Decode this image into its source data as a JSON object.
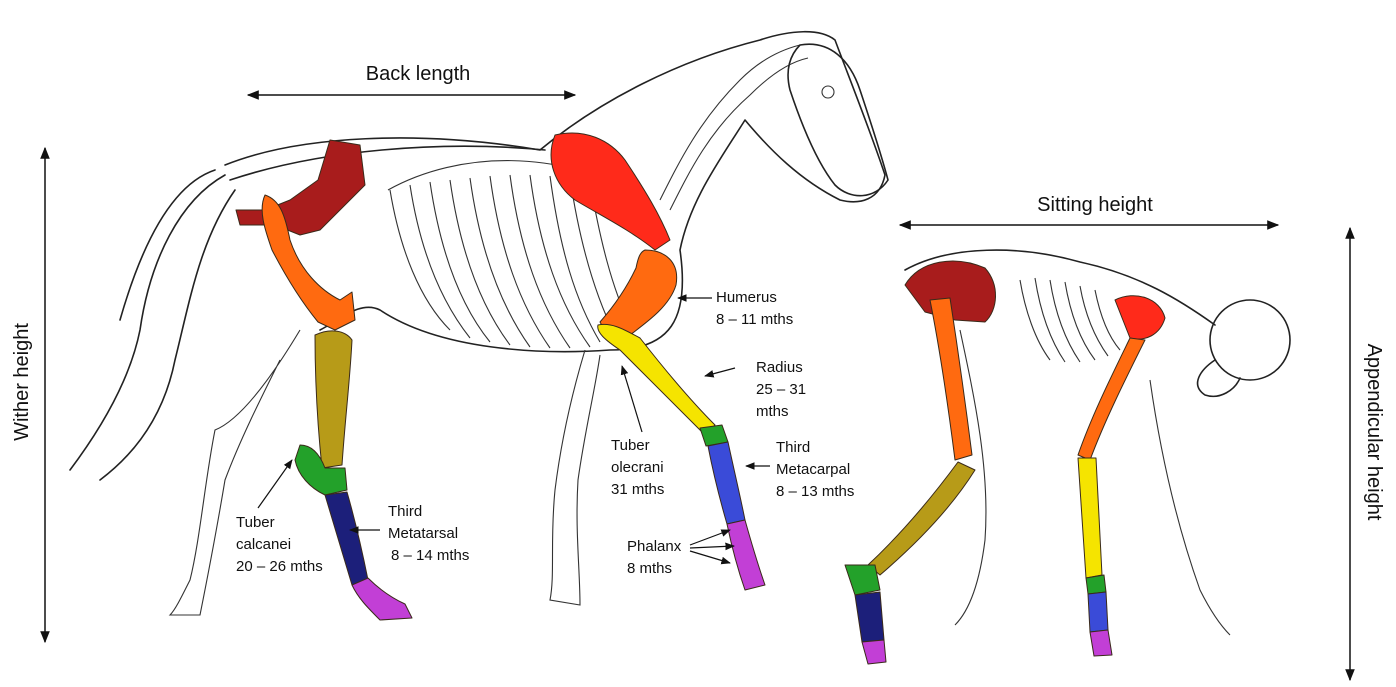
{
  "colors": {
    "pelvis": "#a81c1c",
    "scapula": "#ff2a1a",
    "femur_humerus": "#ff6a10",
    "radius": "#f5e400",
    "tibia": "#b79b18",
    "carpus_tarsus": "#23a12a",
    "metacarpal": "#3a4bd8",
    "metatarsal": "#1c1f7a",
    "phalanx": "#c23fd6"
  },
  "labels": {
    "back_length": "Back length",
    "wither_height": "Wither height",
    "sitting_height": "Sitting height",
    "appendicular_height": "Appendicular height",
    "humerus": [
      "Humerus",
      "8 – 11 mths"
    ],
    "radius": [
      "Radius",
      "25 – 31",
      "mths"
    ],
    "tuber_olecrani": [
      "Tuber",
      "olecrani",
      "31 mths"
    ],
    "third_metacarpal": [
      "Third",
      "Metacarpal",
      "8 – 13 mths"
    ],
    "phalanx": [
      "Phalanx",
      "8 mths"
    ],
    "tuber_calcanei": [
      "Tuber",
      "calcanei",
      "20 – 26 mths"
    ],
    "third_metatarsal": [
      "Third",
      "Metatarsal",
      "8 – 14 mths"
    ]
  }
}
